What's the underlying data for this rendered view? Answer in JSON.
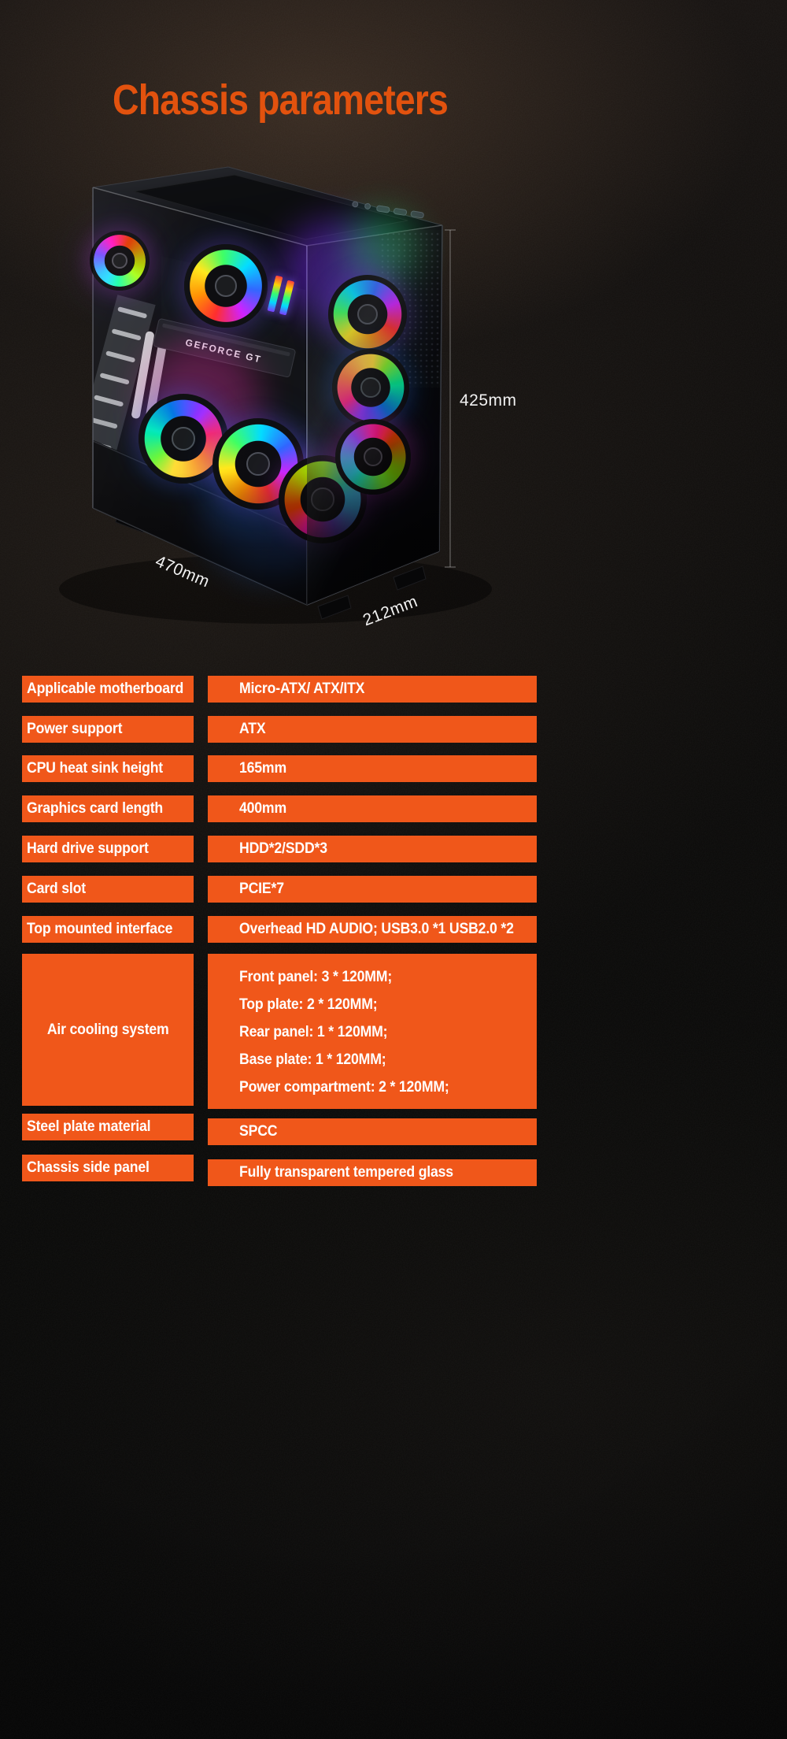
{
  "page": {
    "title": "Chassis parameters",
    "colors": {
      "accent": "#f0571a",
      "title": "#e2520e",
      "background": "#0b0a09",
      "text": "#ffffff"
    }
  },
  "chassis": {
    "gpu_label": "GEFORCE GT",
    "dimensions": {
      "height": "425mm",
      "width": "470mm",
      "depth": "212mm"
    }
  },
  "specs": {
    "rows": [
      {
        "label": "Applicable motherboard",
        "value": "Micro-ATX/ ATX/ITX"
      },
      {
        "label": "Power support",
        "value": "ATX"
      },
      {
        "label": "CPU heat sink height",
        "value": "165mm"
      },
      {
        "label": "Graphics card length",
        "value": "400mm"
      },
      {
        "label": "Hard drive support",
        "value": "HDD*2/SDD*3"
      },
      {
        "label": "Card slot",
        "value": "PCIE*7"
      },
      {
        "label": "Top mounted interface",
        "value": "Overhead HD AUDIO; USB3.0 *1 USB2.0 *2"
      },
      {
        "label": "Air cooling system",
        "value_lines": [
          "Front panel: 3 * 120MM;",
          "Top plate: 2 * 120MM;",
          "Rear panel: 1 * 120MM;",
          "Base plate: 1 * 120MM;",
          "Power compartment: 2 * 120MM;"
        ]
      },
      {
        "label": "Steel plate material",
        "value": "SPCC"
      },
      {
        "label": "Chassis side panel",
        "value": "Fully transparent tempered glass"
      }
    ]
  }
}
